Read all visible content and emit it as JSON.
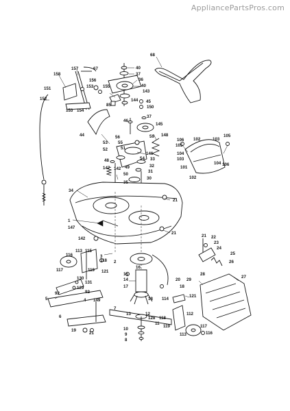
{
  "watermark": "AppliancePartsPros.com",
  "labels": [
    {
      "id": "l68",
      "t": "68"
    },
    {
      "id": "l40a",
      "t": "40"
    },
    {
      "id": "l37a",
      "t": "37"
    },
    {
      "id": "l36",
      "t": "36"
    },
    {
      "id": "l40b",
      "t": "40"
    },
    {
      "id": "l143",
      "t": "143"
    },
    {
      "id": "l144",
      "t": "144"
    },
    {
      "id": "l85",
      "t": "85"
    },
    {
      "id": "l45",
      "t": "45"
    },
    {
      "id": "l150",
      "t": "150"
    },
    {
      "id": "l157",
      "t": "157"
    },
    {
      "id": "l67",
      "t": "67"
    },
    {
      "id": "l158",
      "t": "158"
    },
    {
      "id": "l156",
      "t": "156"
    },
    {
      "id": "l153a",
      "t": "153"
    },
    {
      "id": "l155",
      "t": "155"
    },
    {
      "id": "l151",
      "t": "151"
    },
    {
      "id": "l153b",
      "t": "153"
    },
    {
      "id": "l154",
      "t": "154"
    },
    {
      "id": "l152",
      "t": "152"
    },
    {
      "id": "l46",
      "t": "46"
    },
    {
      "id": "l37b",
      "t": "37"
    },
    {
      "id": "l145",
      "t": "145"
    },
    {
      "id": "l44",
      "t": "44"
    },
    {
      "id": "l148",
      "t": "148"
    },
    {
      "id": "l59",
      "t": "59"
    },
    {
      "id": "l56",
      "t": "56"
    },
    {
      "id": "l55",
      "t": "55"
    },
    {
      "id": "l51",
      "t": "51"
    },
    {
      "id": "l146",
      "t": "146"
    },
    {
      "id": "l53",
      "t": "53"
    },
    {
      "id": "l52",
      "t": "52"
    },
    {
      "id": "l54",
      "t": "54"
    },
    {
      "id": "l33",
      "t": "33"
    },
    {
      "id": "l32",
      "t": "32"
    },
    {
      "id": "l48",
      "t": "48"
    },
    {
      "id": "l147a",
      "t": "147"
    },
    {
      "id": "l142a",
      "t": "142"
    },
    {
      "id": "l49",
      "t": "49"
    },
    {
      "id": "l50",
      "t": "50"
    },
    {
      "id": "l31",
      "t": "31"
    },
    {
      "id": "l30",
      "t": "30"
    },
    {
      "id": "l35",
      "t": "35"
    },
    {
      "id": "l106a",
      "t": "106"
    },
    {
      "id": "l105a",
      "t": "105"
    },
    {
      "id": "l102a",
      "t": "102"
    },
    {
      "id": "l103a",
      "t": "103"
    },
    {
      "id": "l105b",
      "t": "105"
    },
    {
      "id": "l104a",
      "t": "104"
    },
    {
      "id": "l103b",
      "t": "103"
    },
    {
      "id": "l101",
      "t": "101"
    },
    {
      "id": "l104b",
      "t": "104"
    },
    {
      "id": "l106b",
      "t": "106"
    },
    {
      "id": "l102b",
      "t": "102"
    },
    {
      "id": "l34",
      "t": "34"
    },
    {
      "id": "l21a",
      "t": "21"
    },
    {
      "id": "l1",
      "t": "1"
    },
    {
      "id": "l147b",
      "t": "147"
    },
    {
      "id": "l21b",
      "t": "21"
    },
    {
      "id": "l142b",
      "t": "142"
    },
    {
      "id": "l3",
      "t": "3"
    },
    {
      "id": "l2",
      "t": "2"
    },
    {
      "id": "l21c",
      "t": "21"
    },
    {
      "id": "l22",
      "t": "22"
    },
    {
      "id": "l23",
      "t": "23"
    },
    {
      "id": "l24",
      "t": "24"
    },
    {
      "id": "l25",
      "t": "25"
    },
    {
      "id": "l26",
      "t": "26"
    },
    {
      "id": "l113a",
      "t": "113"
    },
    {
      "id": "l115",
      "t": "115"
    },
    {
      "id": "l116a",
      "t": "116"
    },
    {
      "id": "l118a",
      "t": "118"
    },
    {
      "id": "l117a",
      "t": "117"
    },
    {
      "id": "l119a",
      "t": "119"
    },
    {
      "id": "l121a",
      "t": "121"
    },
    {
      "id": "l130",
      "t": "130"
    },
    {
      "id": "l131",
      "t": "131"
    },
    {
      "id": "l129",
      "t": "129"
    },
    {
      "id": "l92a",
      "t": "92"
    },
    {
      "id": "l92b",
      "t": "92"
    },
    {
      "id": "l16",
      "t": "16"
    },
    {
      "id": "l20",
      "t": "20"
    },
    {
      "id": "l15",
      "t": "15"
    },
    {
      "id": "l14",
      "t": "14"
    },
    {
      "id": "l17",
      "t": "17"
    },
    {
      "id": "l18a",
      "t": "18"
    },
    {
      "id": "l18b",
      "t": "18"
    },
    {
      "id": "l29",
      "t": "29"
    },
    {
      "id": "l28",
      "t": "28"
    },
    {
      "id": "l27",
      "t": "27"
    },
    {
      "id": "l5",
      "t": "5"
    },
    {
      "id": "l6",
      "t": "6"
    },
    {
      "id": "l4",
      "t": "4"
    },
    {
      "id": "l149",
      "t": "149"
    },
    {
      "id": "l114",
      "t": "114"
    },
    {
      "id": "l121b",
      "t": "121"
    },
    {
      "id": "l7",
      "t": "7"
    },
    {
      "id": "l128",
      "t": "128"
    },
    {
      "id": "l13",
      "t": "13"
    },
    {
      "id": "l12",
      "t": "12"
    },
    {
      "id": "l11",
      "t": "11"
    },
    {
      "id": "l118b",
      "t": "118"
    },
    {
      "id": "l112",
      "t": "112"
    },
    {
      "id": "l119b",
      "t": "119"
    },
    {
      "id": "l113b",
      "t": "113"
    },
    {
      "id": "l117b",
      "t": "117"
    },
    {
      "id": "l116b",
      "t": "116"
    },
    {
      "id": "l10",
      "t": "10"
    },
    {
      "id": "l9",
      "t": "9"
    },
    {
      "id": "l8",
      "t": "8"
    },
    {
      "id": "l19",
      "t": "19"
    },
    {
      "id": "l21d",
      "t": "21"
    }
  ]
}
